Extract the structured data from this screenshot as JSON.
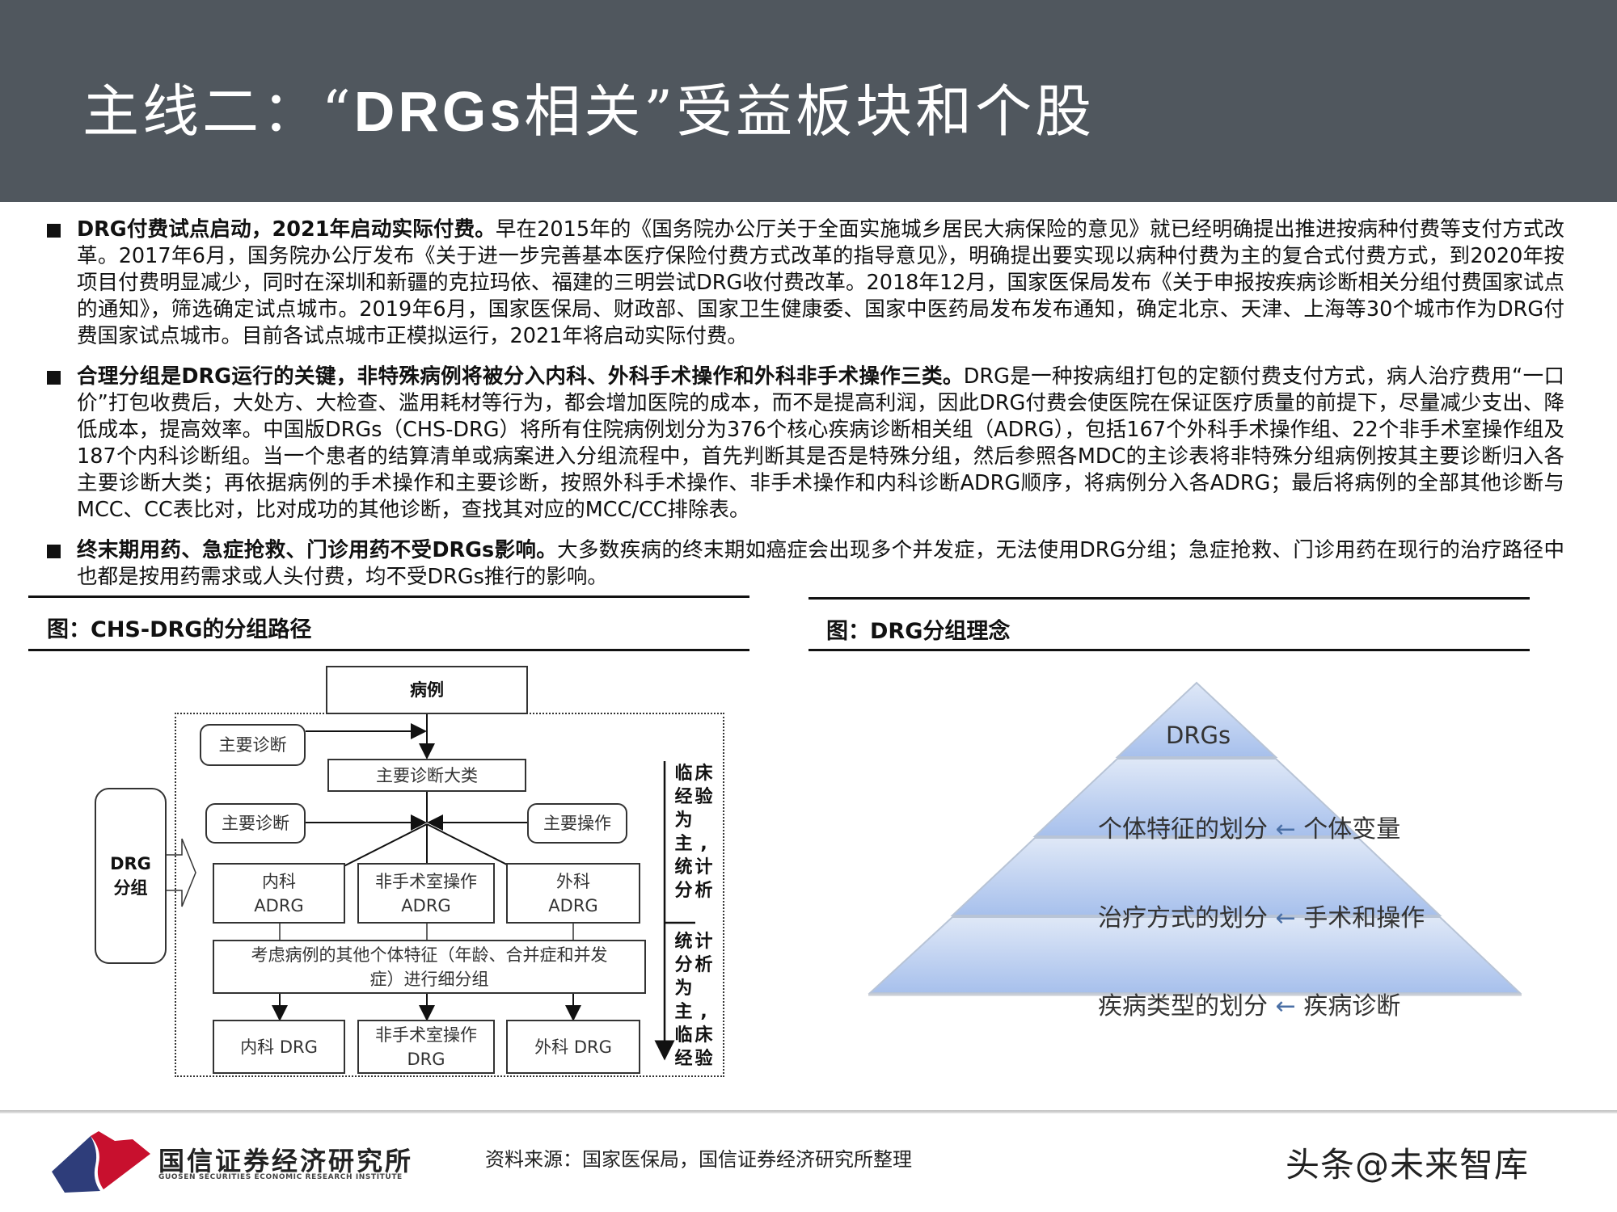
{
  "header": {
    "title_prefix": "主线二：“",
    "title_latin": "DRGs",
    "title_suffix": "相关”受益板块和个股",
    "background": "#50575e"
  },
  "bullets": [
    {
      "lead": "DRG付费试点启动，2021年启动实际付费。",
      "body": "早在2015年的《国务院办公厅关于全面实施城乡居民大病保险的意见》就已经明确提出推进按病种付费等支付方式改革。2017年6月，国务院办公厅发布《关于进一步完善基本医疗保险付费方式改革的指导意见》，明确提出要实现以病种付费为主的复合式付费方式，到2020年按项目付费明显减少，同时在深圳和新疆的克拉玛依、福建的三明尝试DRG收付费改革。2018年12月，国家医保局发布《关于申报按疾病诊断相关分组付费国家试点的通知》，筛选确定试点城市。2019年6月，国家医保局、财政部、国家卫生健康委、国家中医药局发布发布通知，确定北京、天津、上海等30个城市作为DRG付费国家试点城市。目前各试点城市正模拟运行，2021年将启动实际付费。"
    },
    {
      "lead": "合理分组是DRG运行的关键，非特殊病例将被分入内科、外科手术操作和外科非手术操作三类。",
      "body": "DRG是一种按病组打包的定额付费支付方式，病人治疗费用“一口价”打包收费后，大处方、大检查、滥用耗材等行为，都会增加医院的成本，而不是提高利润，因此DRG付费会使医院在保证医疗质量的前提下，尽量减少支出、降低成本，提高效率。中国版DRGs（CHS-DRG）将所有住院病例划分为376个核心疾病诊断相关组（ADRG），包括167个外科手术操作组、22个非手术室操作组及187个内科诊断组。当一个患者的结算清单或病案进入分组流程中，首先判断其是否是特殊分组，然后参照各MDC的主诊表将非特殊分组病例按其主要诊断归入各主要诊断大类；再依据病例的手术操作和主要诊断，按照外科手术操作、非手术操作和内科诊断ADRG顺序，将病例分入各ADRG；最后将病例的全部其他诊断与MCC、CC表比对，比对成功的其他诊断，查找其对应的MCC/CC排除表。"
    },
    {
      "lead": "终末期用药、急症抢救、门诊用药不受DRGs影响。",
      "body": "大多数疾病的终末期如癌症会出现多个并发症，无法使用DRG分组；急症抢救、门诊用药在现行的治疗路径中也都是按用药需求或人头付费，均不受DRGs推行的影响。"
    }
  ],
  "figures": {
    "left_caption": "图：CHS-DRG的分组路径",
    "right_caption": "图：DRG分组理念"
  },
  "flowchart": {
    "case": "病例",
    "main_dx_1": "主要诊断",
    "mdc": "主要诊断大类",
    "main_dx_2": "主要诊断",
    "main_op": "主要操作",
    "drg_group_line1": "DRG",
    "drg_group_line2": "分组",
    "adrg_internal_l1": "内科",
    "adrg_internal_l2": "ADRG",
    "adrg_nonsurg_l1": "非手术室操作",
    "adrg_nonsurg_l2": "ADRG",
    "adrg_surg_l1": "外科",
    "adrg_surg_l2": "ADRG",
    "subgroup_l1": "考虑病例的其他个体特征（年龄、合并症和并发",
    "subgroup_l2": "症）进行细分组",
    "drg_internal": "内科 DRG",
    "drg_nonsurg_l1": "非手术室操作",
    "drg_nonsurg_l2": "DRG",
    "drg_surg": "外科 DRG",
    "side_top": [
      "临",
      "床",
      "经",
      "验",
      "为",
      "主",
      ",",
      "",
      "统",
      "计",
      "分",
      "析"
    ],
    "side_bottom": [
      "统",
      "计",
      "分",
      "析",
      "为",
      "主",
      ",",
      "",
      "临",
      "床",
      "经",
      "验"
    ]
  },
  "pyramid": {
    "apex": "DRGs",
    "levels": [
      {
        "left": "个体特征的划分",
        "arrow": "←",
        "right": "个体变量"
      },
      {
        "left": "治疗方式的划分",
        "arrow": "←",
        "right": "手术和操作"
      },
      {
        "left": "疾病类型的划分",
        "arrow": "←",
        "right": "疾病诊断"
      }
    ],
    "fill_top": "#dce6f7",
    "fill_bottom": "#a9c1ec"
  },
  "footer": {
    "logo_cn": "国信证券经济研究所",
    "logo_en": "GUOSEN SECURITIES ECONOMIC RESEARCH INSTITUTE",
    "source": "资料来源：国家医保局，国信证券经济研究所整理",
    "watermark": "头条@未来智库",
    "brand_red": "#c8102e",
    "brand_blue": "#2e3d7a"
  }
}
